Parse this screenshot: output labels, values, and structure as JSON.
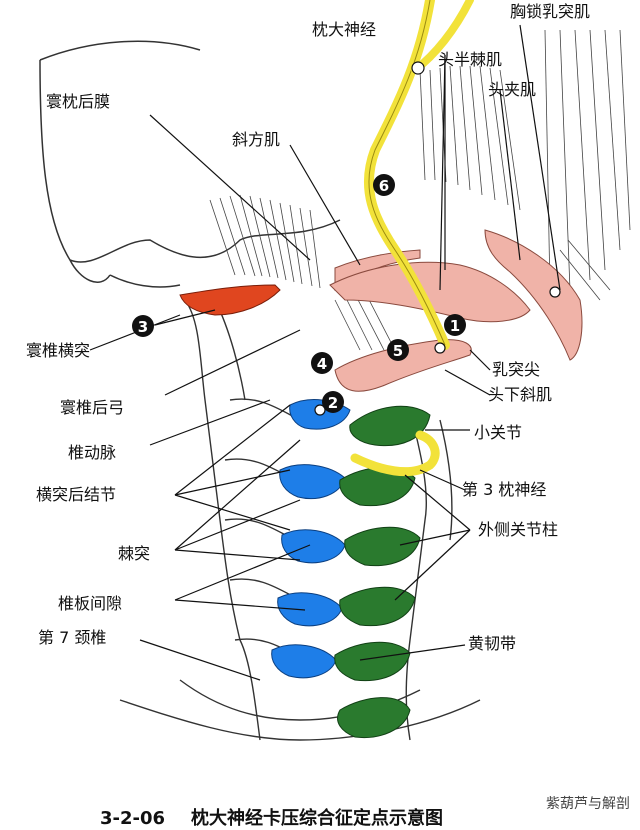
{
  "labels": {
    "greater_occipital_nerve": "枕大神经",
    "sternocleidomastoid": "胸锁乳突肌",
    "semispinalis_capitis": "头半棘肌",
    "splenius_capitis": "头夹肌",
    "posterior_atlanto_occipital_membrane": "寰枕后膜",
    "trapezius": "斜方肌",
    "atlas_transverse_process": "寰椎横突",
    "atlas_posterior_arch": "寰椎后弓",
    "vertebral_artery": "椎动脉",
    "posterior_tubercle": "横突后结节",
    "spinous_process": "棘突",
    "interlaminar_space": "椎板间隙",
    "c7_vertebra": "第 7 颈椎",
    "mastoid_tip": "乳突尖",
    "obliquus_capitis_inferior": "头下斜肌",
    "facet_joint": "小关节",
    "third_occipital_nerve": "第 3 枕神经",
    "lateral_articular_column": "外侧关节柱",
    "ligamentum_flavum": "黄韧带"
  },
  "markers": [
    "1",
    "2",
    "3",
    "4",
    "5",
    "6"
  ],
  "caption": {
    "number": "3-2-06",
    "title": "枕大神经卡压综合征定点示意图"
  },
  "watermark": "紫葫芦与解剖",
  "colors": {
    "nerve_yellow": "#f2e23a",
    "muscle_pink": "#f0b3a8",
    "membrane_red": "#e0461f",
    "ligament_blue": "#1e7ee8",
    "facet_green": "#2a7a2e"
  }
}
